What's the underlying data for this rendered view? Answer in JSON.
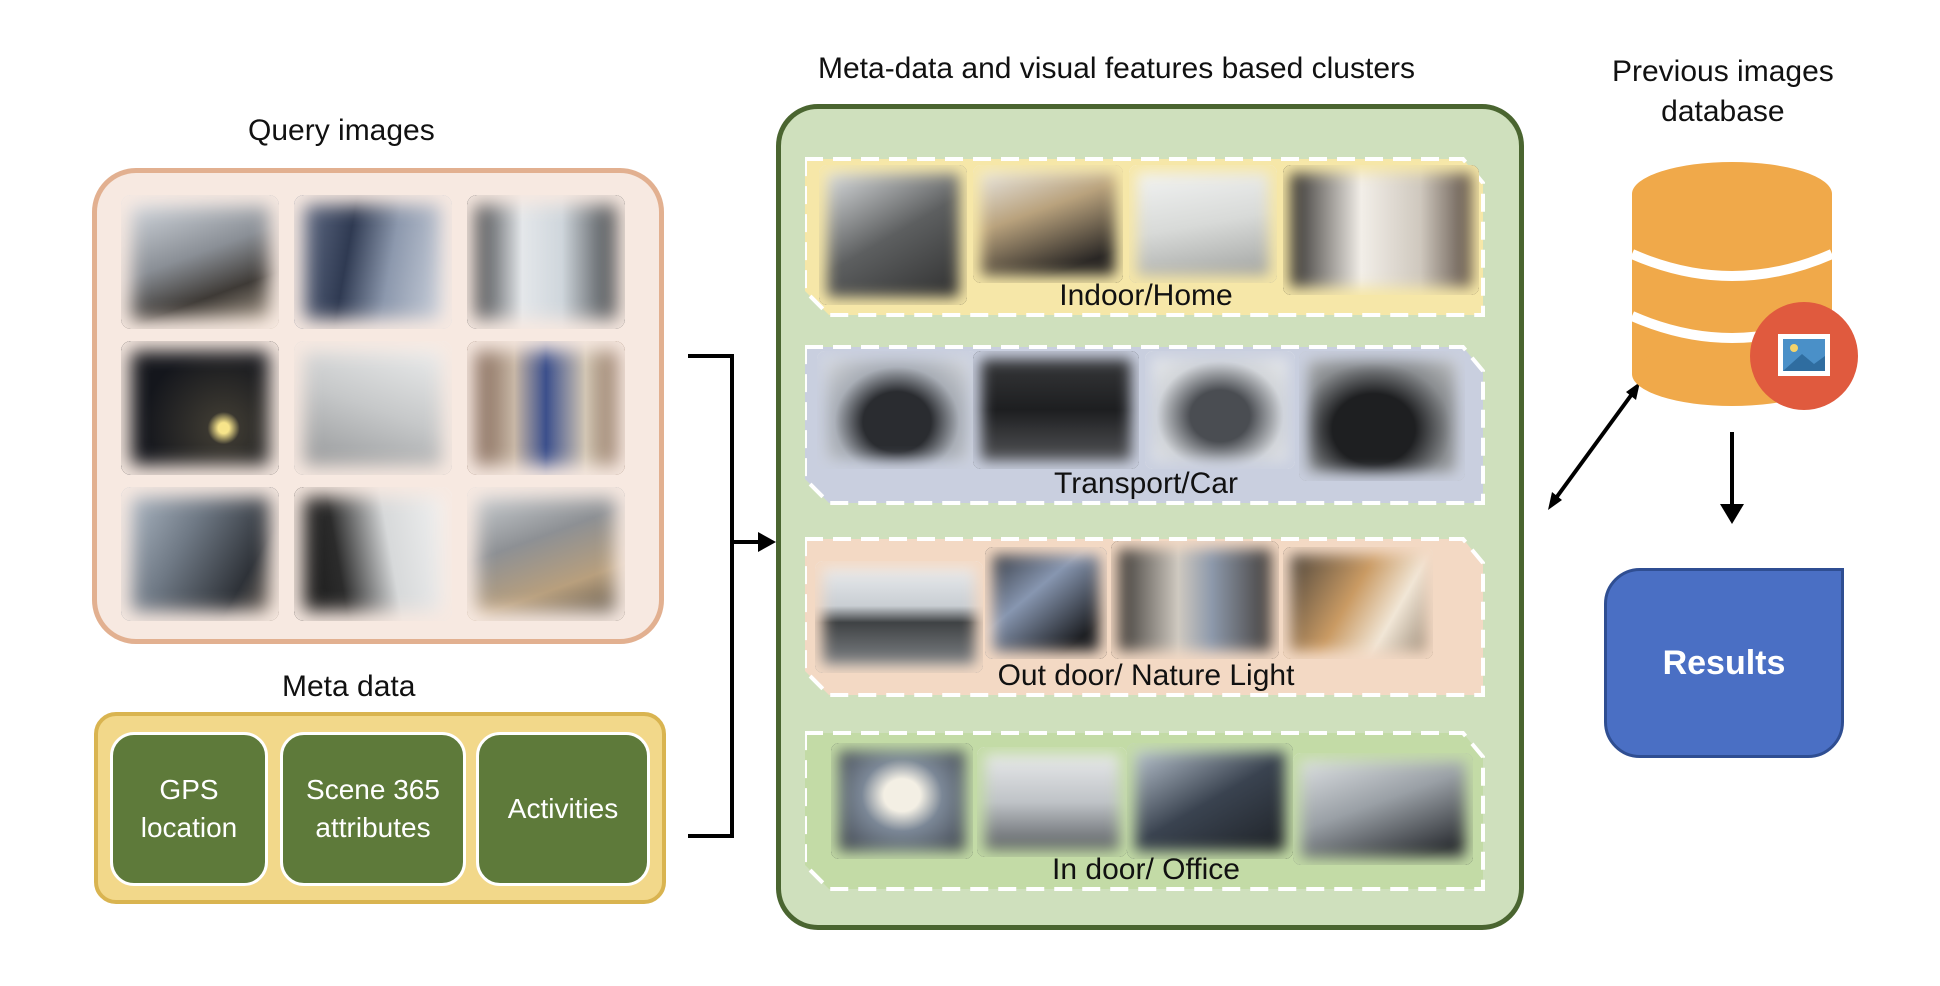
{
  "titles": {
    "query": "Query images",
    "meta": "Meta data",
    "clusters": "Meta-data and visual features based clusters",
    "database_line1": "Previous images",
    "database_line2": "database"
  },
  "meta_items": [
    {
      "line1": "GPS",
      "line2": "location"
    },
    {
      "line1": "Scene 365",
      "line2": "attributes"
    },
    {
      "line1": "Activities",
      "line2": ""
    }
  ],
  "clusters": [
    {
      "label": "Indoor/Home",
      "color": "#f6e7a8"
    },
    {
      "label": "Transport/Car",
      "color": "#c9cfdf"
    },
    {
      "label": "Out door/ Nature Light",
      "color": "#f3d9c4"
    },
    {
      "label": "In door/ Office",
      "color": "#c3dba6"
    }
  ],
  "results_label": "Results",
  "colors": {
    "query_border": "#e2b090",
    "meta_fill": "#f2d88a",
    "meta_box": "#5e7a3a",
    "cluster_fill": "#cfe0bd",
    "cluster_border": "#4a6530",
    "database": "#f0a94a",
    "image_badge": "#e05a3e",
    "results": "#4a6fc4"
  },
  "icons": [
    "database-icon",
    "image-icon",
    "arrow-right-icon",
    "bidirectional-arrow-icon",
    "arrow-down-icon"
  ]
}
